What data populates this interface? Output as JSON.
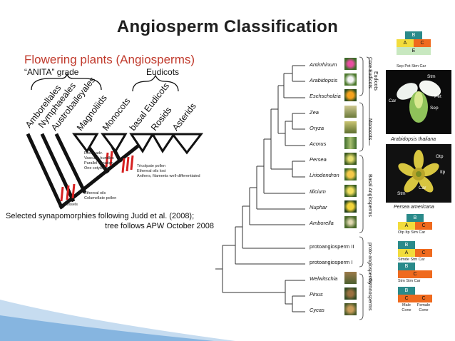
{
  "title": "Angiosperm Classification",
  "left_tree": {
    "title": "Flowering plants (Angiosperms)",
    "grade_anita": "“ANITA” grade",
    "grade_eudicots": "Eudicots",
    "clades": [
      "Amborellales",
      "Nymphaeales",
      "Austrobaileyales",
      "Magnoliids",
      "Monocots",
      "basal Eudicots",
      "Rosids",
      "Asterids"
    ],
    "synapomorphies_upper": [
      "Roots adv.",
      "Vascular bundles",
      "Parallel venation",
      "One cotyledon"
    ],
    "synapomorphies_eudicot": [
      "Tricolpate pollen",
      "Ethereal oils lost",
      "Anthers, filaments well-differentiated"
    ],
    "synapomorphies_base": [
      "Ethereal oils",
      "Columellate pollen",
      "Vessels"
    ],
    "caption_line1": "Selected synapomorphies following Judd et al. (2008);",
    "caption_line2": "tree follows APW October 2008",
    "colors": {
      "title_red": "#c0392b",
      "marks": "#d62020"
    }
  },
  "right_tree": {
    "taxa": [
      "Antirrhinum",
      "Arabidopsis",
      "Eschscholzia",
      "Zea",
      "Oryza",
      "Acorus",
      "Persea",
      "Liriodendron",
      "Illicium",
      "Nuphar",
      "Amborella",
      "protoangiosperm II",
      "protoangiosperm I",
      "Welwitschia",
      "Pinus",
      "Cycas"
    ],
    "group_labels": {
      "core_eudicots": "Core Eudicots",
      "eudicots": "Eudicots",
      "monocots": "Monocots",
      "basal_angiosperms": "Basal Angiosperms",
      "proto_angiosperms": "proto-angiosperms",
      "gymnosperms": "Gymnosperms"
    }
  },
  "abc_models": {
    "top": {
      "b": "B",
      "a": "A",
      "c": "C",
      "e": "E",
      "organs": [
        "Sep",
        "Pet",
        "Stm",
        "Car"
      ]
    },
    "persea": {
      "b": "B",
      "a": "A",
      "c": "C",
      "organs": [
        "Otp",
        "Itp",
        "Stm",
        "Car"
      ]
    },
    "proto2": {
      "b": "B",
      "a": "A",
      "c": "C",
      "organs": [
        "Stmde",
        "Stm",
        "Car"
      ]
    },
    "proto1": {
      "b": "B",
      "c": "C",
      "organs": [
        "Stm",
        "Stm",
        "Car"
      ]
    },
    "gymno": {
      "b": "B",
      "c1": "C",
      "c2": "C",
      "organs": [
        "Male Cone",
        "Female Cone"
      ]
    },
    "colors": {
      "a": "#f2dc3c",
      "b": "#2a8a8a",
      "c": "#ef6a1e",
      "e": "#c8e8c0"
    }
  },
  "photos": {
    "arabidopsis": {
      "species": "Arabidopsis thaliana",
      "labels": [
        "Stm",
        "Pet",
        "Sep",
        "Car"
      ]
    },
    "persea": {
      "species": "Persea americana",
      "labels": [
        "Otp",
        "Itp",
        "Car",
        "Stm"
      ]
    }
  }
}
